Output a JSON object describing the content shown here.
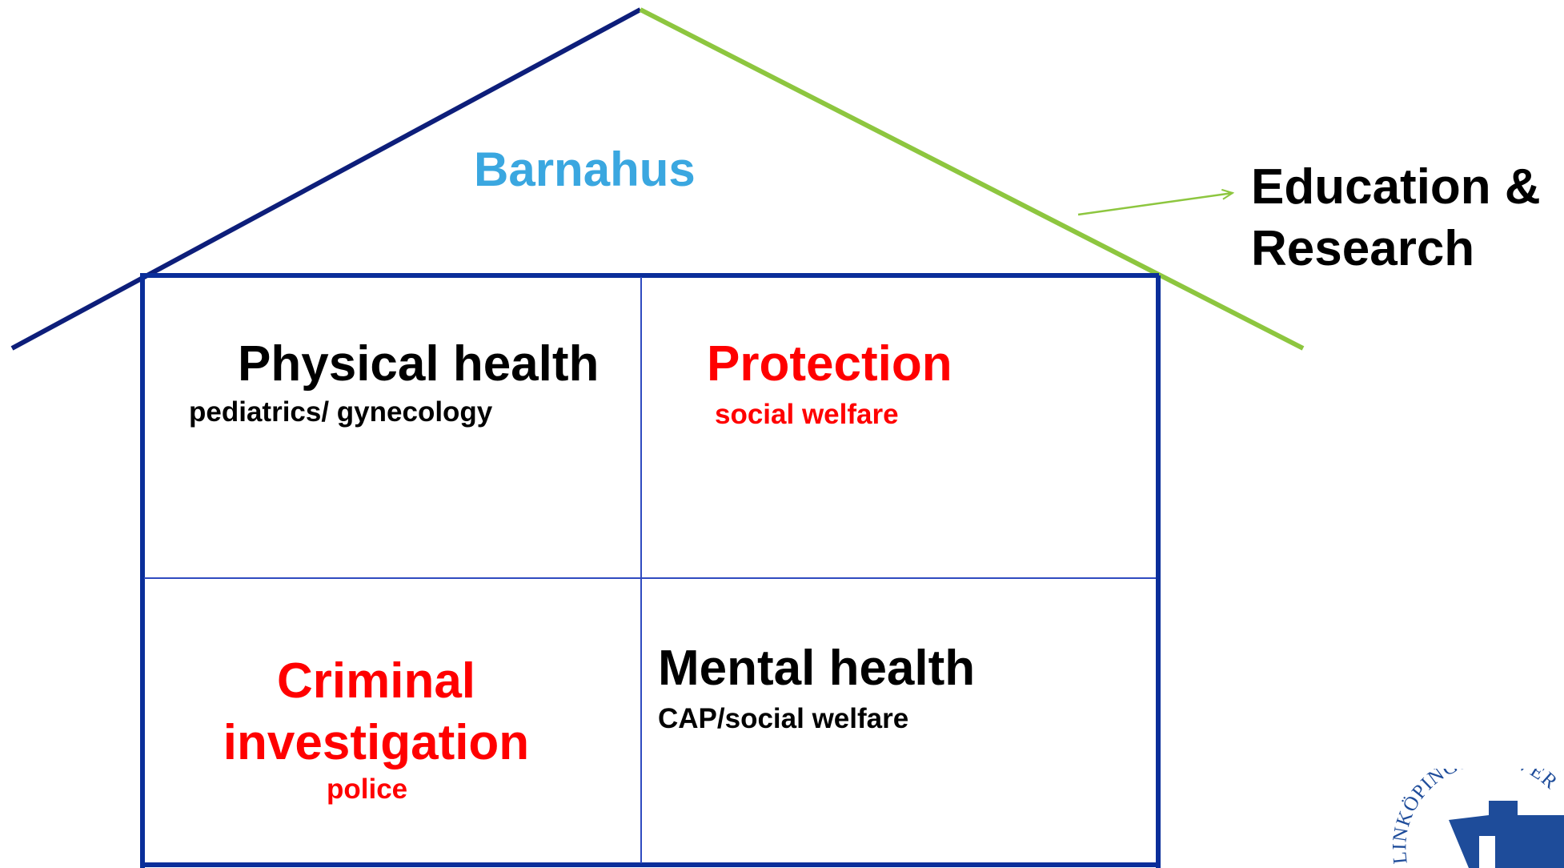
{
  "title": "Barnahus",
  "roof_label": "Education &\nResearch",
  "rooms": [
    {
      "id": "physical-health",
      "heading": "Physical health",
      "sub": "pediatrics/ gynecology"
    },
    {
      "id": "protection",
      "heading": "Protection",
      "sub": "social welfare"
    },
    {
      "id": "criminal-investigation",
      "heading": "Criminal\ninvestigation",
      "sub": "police"
    },
    {
      "id": "mental-health",
      "heading": "Mental health",
      "sub": "CAP/social welfare"
    }
  ],
  "logo": {
    "text": "LINKÖPINGS UNIVERSITET"
  },
  "colors": {
    "roof_left": "#0d1e7a",
    "roof_right": "#8dc63f",
    "walls": "#0a2e9a",
    "inner_lines": "#2f4bc0",
    "title": "#3aa7e0",
    "red": "#ff0000",
    "black": "#000000",
    "logo_blue": "#1e4c9a"
  }
}
